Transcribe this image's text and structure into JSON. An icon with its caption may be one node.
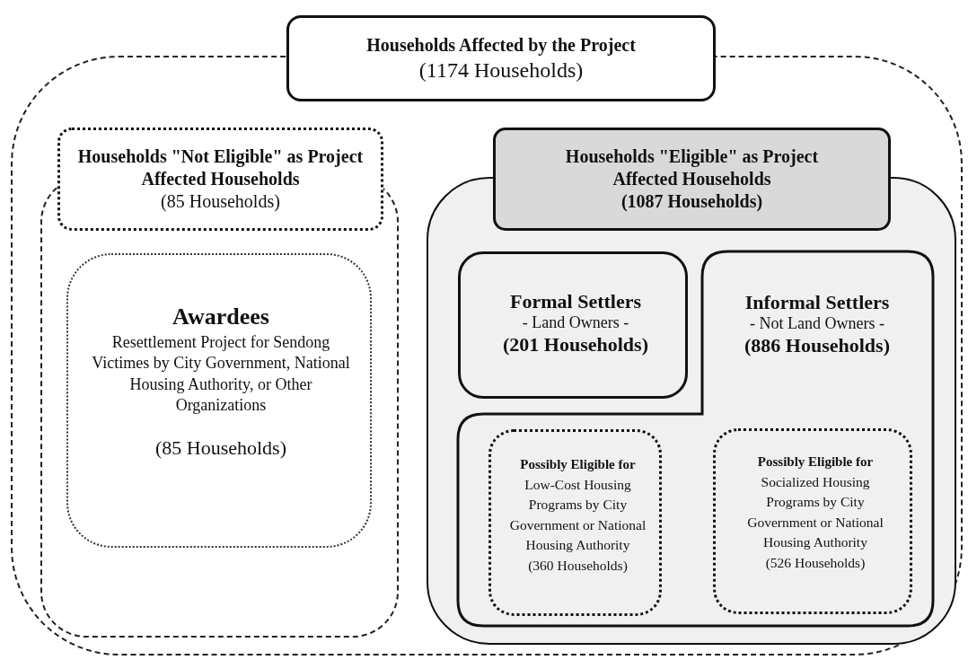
{
  "diagram": {
    "nodes": [
      {
        "text": [
          "Households Affected by the Project",
          "(1174 Households)"
        ]
      },
      {
        "text": [
          "Households \"Not Eligible\" as Project Affected Households",
          "(85 Households)"
        ],
        "in": 0
      },
      {
        "text": [
          "Awardees",
          "Resettlement Project for Sendong Victimes by City Government, National Housing Authority, or Other Organizations",
          "(85 Households)"
        ],
        "in": 1
      },
      {
        "text": [
          "Households \"Eligible\" as Project Affected Households",
          "(1087 Households)"
        ],
        "in": 0
      },
      {
        "text": [
          "Formal Settlers",
          "- Land Owners -",
          "(201 Households)"
        ],
        "in": 3
      },
      {
        "text": [
          "Informal Settlers",
          "- Not Land Owners -",
          "(886 Households)"
        ],
        "in": 3
      },
      {
        "text": [
          "Possibly Eligible for",
          "Low-Cost Housing Programs by City Government or National Housing Authority",
          "(360 Households)"
        ],
        "in": 5
      },
      {
        "text": [
          "Possibly Eligible for",
          "Socialized Housing Programs by City Government or National Housing Authority",
          "(526 Households)"
        ],
        "in": 5
      }
    ]
  }
}
